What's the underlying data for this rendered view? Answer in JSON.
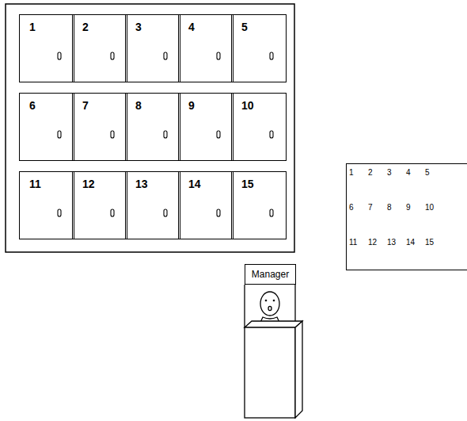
{
  "diagram": {
    "nodes": [
      {
        "text": [
          "1"
        ]
      },
      {
        "text": [
          "2"
        ]
      },
      {
        "text": [
          "3"
        ]
      },
      {
        "text": [
          "4"
        ]
      },
      {
        "text": [
          "5"
        ]
      },
      {
        "text": [
          "6"
        ]
      },
      {
        "text": [
          "7"
        ]
      },
      {
        "text": [
          "8"
        ]
      },
      {
        "text": [
          "9"
        ]
      },
      {
        "text": [
          "10"
        ]
      },
      {
        "text": [
          "11"
        ]
      },
      {
        "text": [
          "12"
        ]
      },
      {
        "text": [
          "13"
        ]
      },
      {
        "text": [
          "14"
        ]
      },
      {
        "text": [
          "15"
        ]
      },
      {
        "text": [
          "1",
          "2",
          "3",
          "4",
          "5",
          "6",
          "7",
          "8",
          "9",
          "10",
          "11",
          "12",
          "13",
          "14",
          "15"
        ]
      },
      {
        "text": [
          "Manager"
        ]
      }
    ]
  }
}
